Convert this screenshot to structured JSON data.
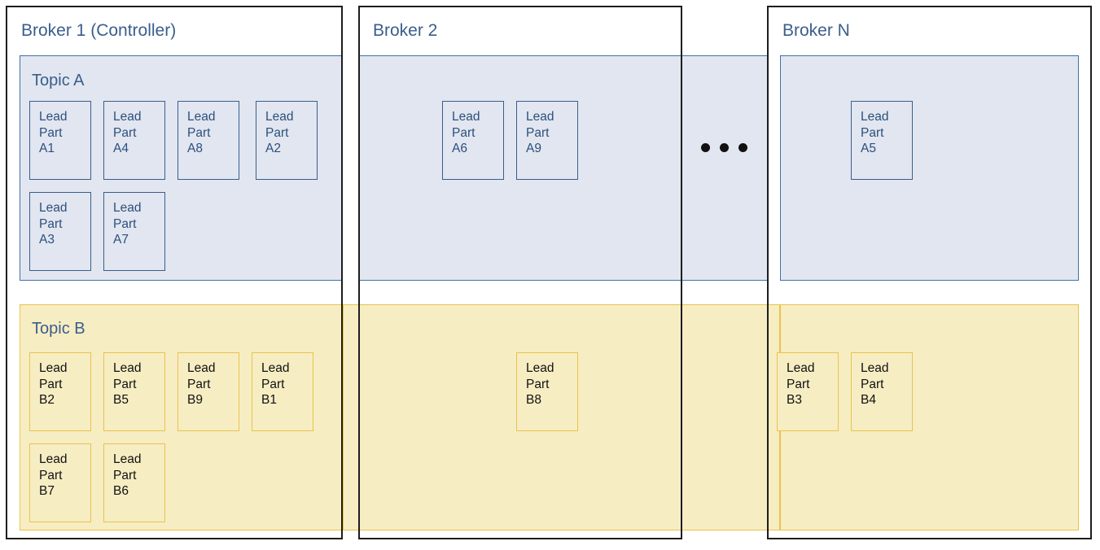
{
  "diagram": {
    "title": "Kafka brokers with topic partition leaders",
    "colors": {
      "topic_a_fill": "#e1e6f0",
      "topic_a_stroke": "#4472a8",
      "topic_b_fill": "#f7edc3",
      "topic_b_stroke": "#e8c44a",
      "broker_frame_stroke": "#1d1d1d",
      "label_text": "#3a5e8c",
      "partition_a_text": "#2d4f7c",
      "partition_b_text": "#111111"
    }
  },
  "brokers": [
    {
      "id": "broker-1",
      "label": "Broker 1 (Controller)"
    },
    {
      "id": "broker-2",
      "label": "Broker 2"
    },
    {
      "id": "broker-n",
      "label": "Broker N"
    }
  ],
  "topics": [
    {
      "id": "topic-a",
      "label": "Topic A"
    },
    {
      "id": "topic-b",
      "label": "Topic B"
    }
  ],
  "partition_line1": "Lead",
  "partition_line2": "Part",
  "partitions": {
    "topic_a": {
      "broker_1": [
        {
          "id": "A1",
          "line3": "A1"
        },
        {
          "id": "A4",
          "line3": "A4"
        },
        {
          "id": "A8",
          "line3": "A8"
        },
        {
          "id": "A2",
          "line3": "A2"
        },
        {
          "id": "A3",
          "line3": "A3"
        },
        {
          "id": "A7",
          "line3": "A7"
        }
      ],
      "broker_2": [
        {
          "id": "A6",
          "line3": "A6"
        },
        {
          "id": "A9",
          "line3": "A9"
        }
      ],
      "broker_n": [
        {
          "id": "A5",
          "line3": "A5"
        }
      ]
    },
    "topic_b": {
      "broker_1": [
        {
          "id": "B2",
          "line3": "B2"
        },
        {
          "id": "B5",
          "line3": "B5"
        },
        {
          "id": "B9",
          "line3": "B9"
        },
        {
          "id": "B1",
          "line3": "B1"
        },
        {
          "id": "B7",
          "line3": "B7"
        },
        {
          "id": "B6",
          "line3": "B6"
        }
      ],
      "broker_2": [
        {
          "id": "B8",
          "line3": "B8"
        }
      ],
      "broker_n": [
        {
          "id": "B3",
          "line3": "B3"
        },
        {
          "id": "B4",
          "line3": "B4"
        }
      ]
    }
  },
  "ellipsis": {
    "name": "more-brokers-ellipsis",
    "dot_count": 3
  }
}
